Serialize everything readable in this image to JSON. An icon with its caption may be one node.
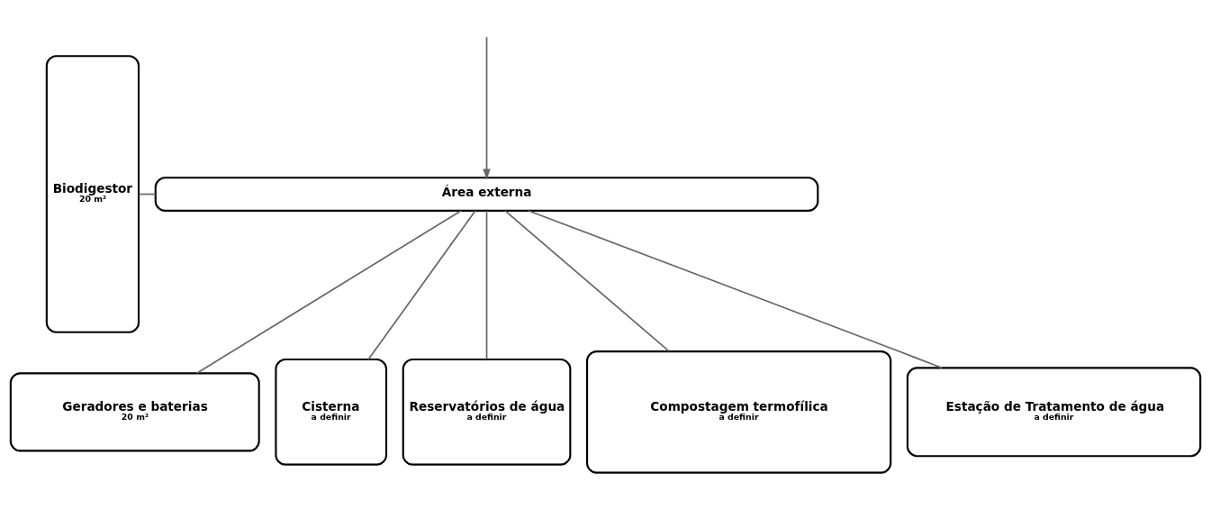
{
  "diagram": {
    "nodes": [
      {
        "text": [
          "Biodigestor",
          "20 m²"
        ]
      },
      {
        "text": [
          "Área externa"
        ]
      },
      {
        "text": [
          "Geradores e baterias",
          "20 m²"
        ]
      },
      {
        "text": [
          "Cisterna",
          "a definir"
        ]
      },
      {
        "text": [
          "Reservatórios de água",
          "a definir"
        ]
      },
      {
        "text": [
          "Compostagem termofílica",
          "a definir"
        ]
      },
      {
        "text": [
          "Estação de Tratamento de água",
          "a definir"
        ]
      }
    ],
    "edges": [
      {
        "from": null,
        "to": 1,
        "arrow": "to"
      },
      {
        "from": 0,
        "to": 1,
        "arrow": "none"
      },
      {
        "from": 1,
        "to": 2,
        "arrow": "none"
      },
      {
        "from": 1,
        "to": 5,
        "arrow": "none"
      },
      {
        "from": 1,
        "to": 3,
        "arrow": "none"
      },
      {
        "from": 1,
        "to": 6,
        "arrow": "none"
      },
      {
        "from": 1,
        "to": 4,
        "arrow": "none"
      }
    ]
  }
}
